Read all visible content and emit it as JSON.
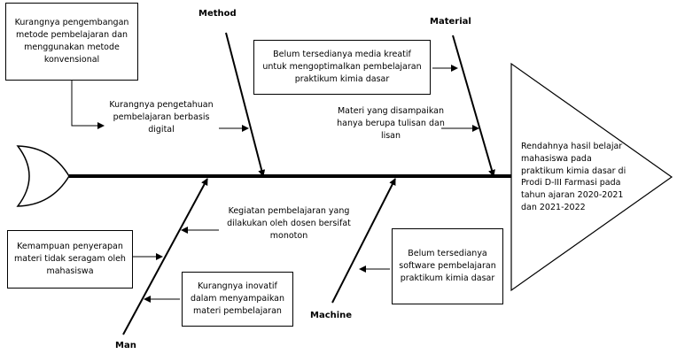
{
  "categories": {
    "method": "Method",
    "material": "Material",
    "machine": "Machine",
    "man": "Man"
  },
  "effect": "Rendahnya hasil belajar mahasiswa pada praktikum kimia dasar di Prodi D-III Farmasi pada tahun ajaran 2020-2021 dan 2021-2022",
  "causes": {
    "method_box": "Kurangnya pengembangan metode pembelajaran dan menggunakan metode konvensional",
    "method_text": "Kurangnya pengetahuan pembelajaran berbasis digital",
    "material_box": "Belum tersedianya media kreatif untuk mengoptimalkan pembelajaran praktikum kimia dasar",
    "material_text": "Materi yang disampaikan hanya berupa tulisan dan lisan",
    "man_text": "Kegiatan pembelajaran yang dilakukan oleh dosen bersifat monoton",
    "man_box_1": "Kemampuan penyerapan materi tidak seragam oleh mahasiswa",
    "man_box_2": "Kurangnya inovatif dalam menyampaikan materi pembelajaran",
    "machine_box": "Belum tersedianya software pembelajaran praktikum kimia dasar"
  }
}
